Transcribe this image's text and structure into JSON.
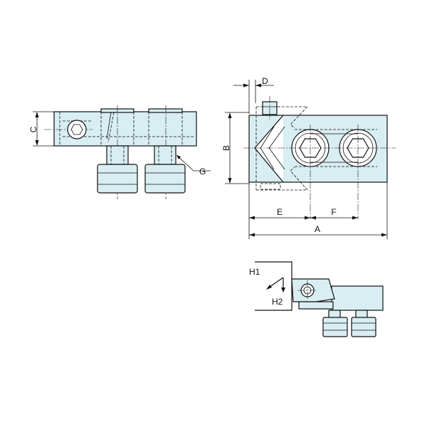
{
  "labels": {
    "A": "A",
    "B": "B",
    "C": "C",
    "D": "D",
    "E": "E",
    "F": "F",
    "G": "G",
    "H1": "H1",
    "H2": "H2"
  },
  "colors": {
    "part_fill": "#d8eef2",
    "line": "#111111",
    "background": "#ffffff"
  }
}
